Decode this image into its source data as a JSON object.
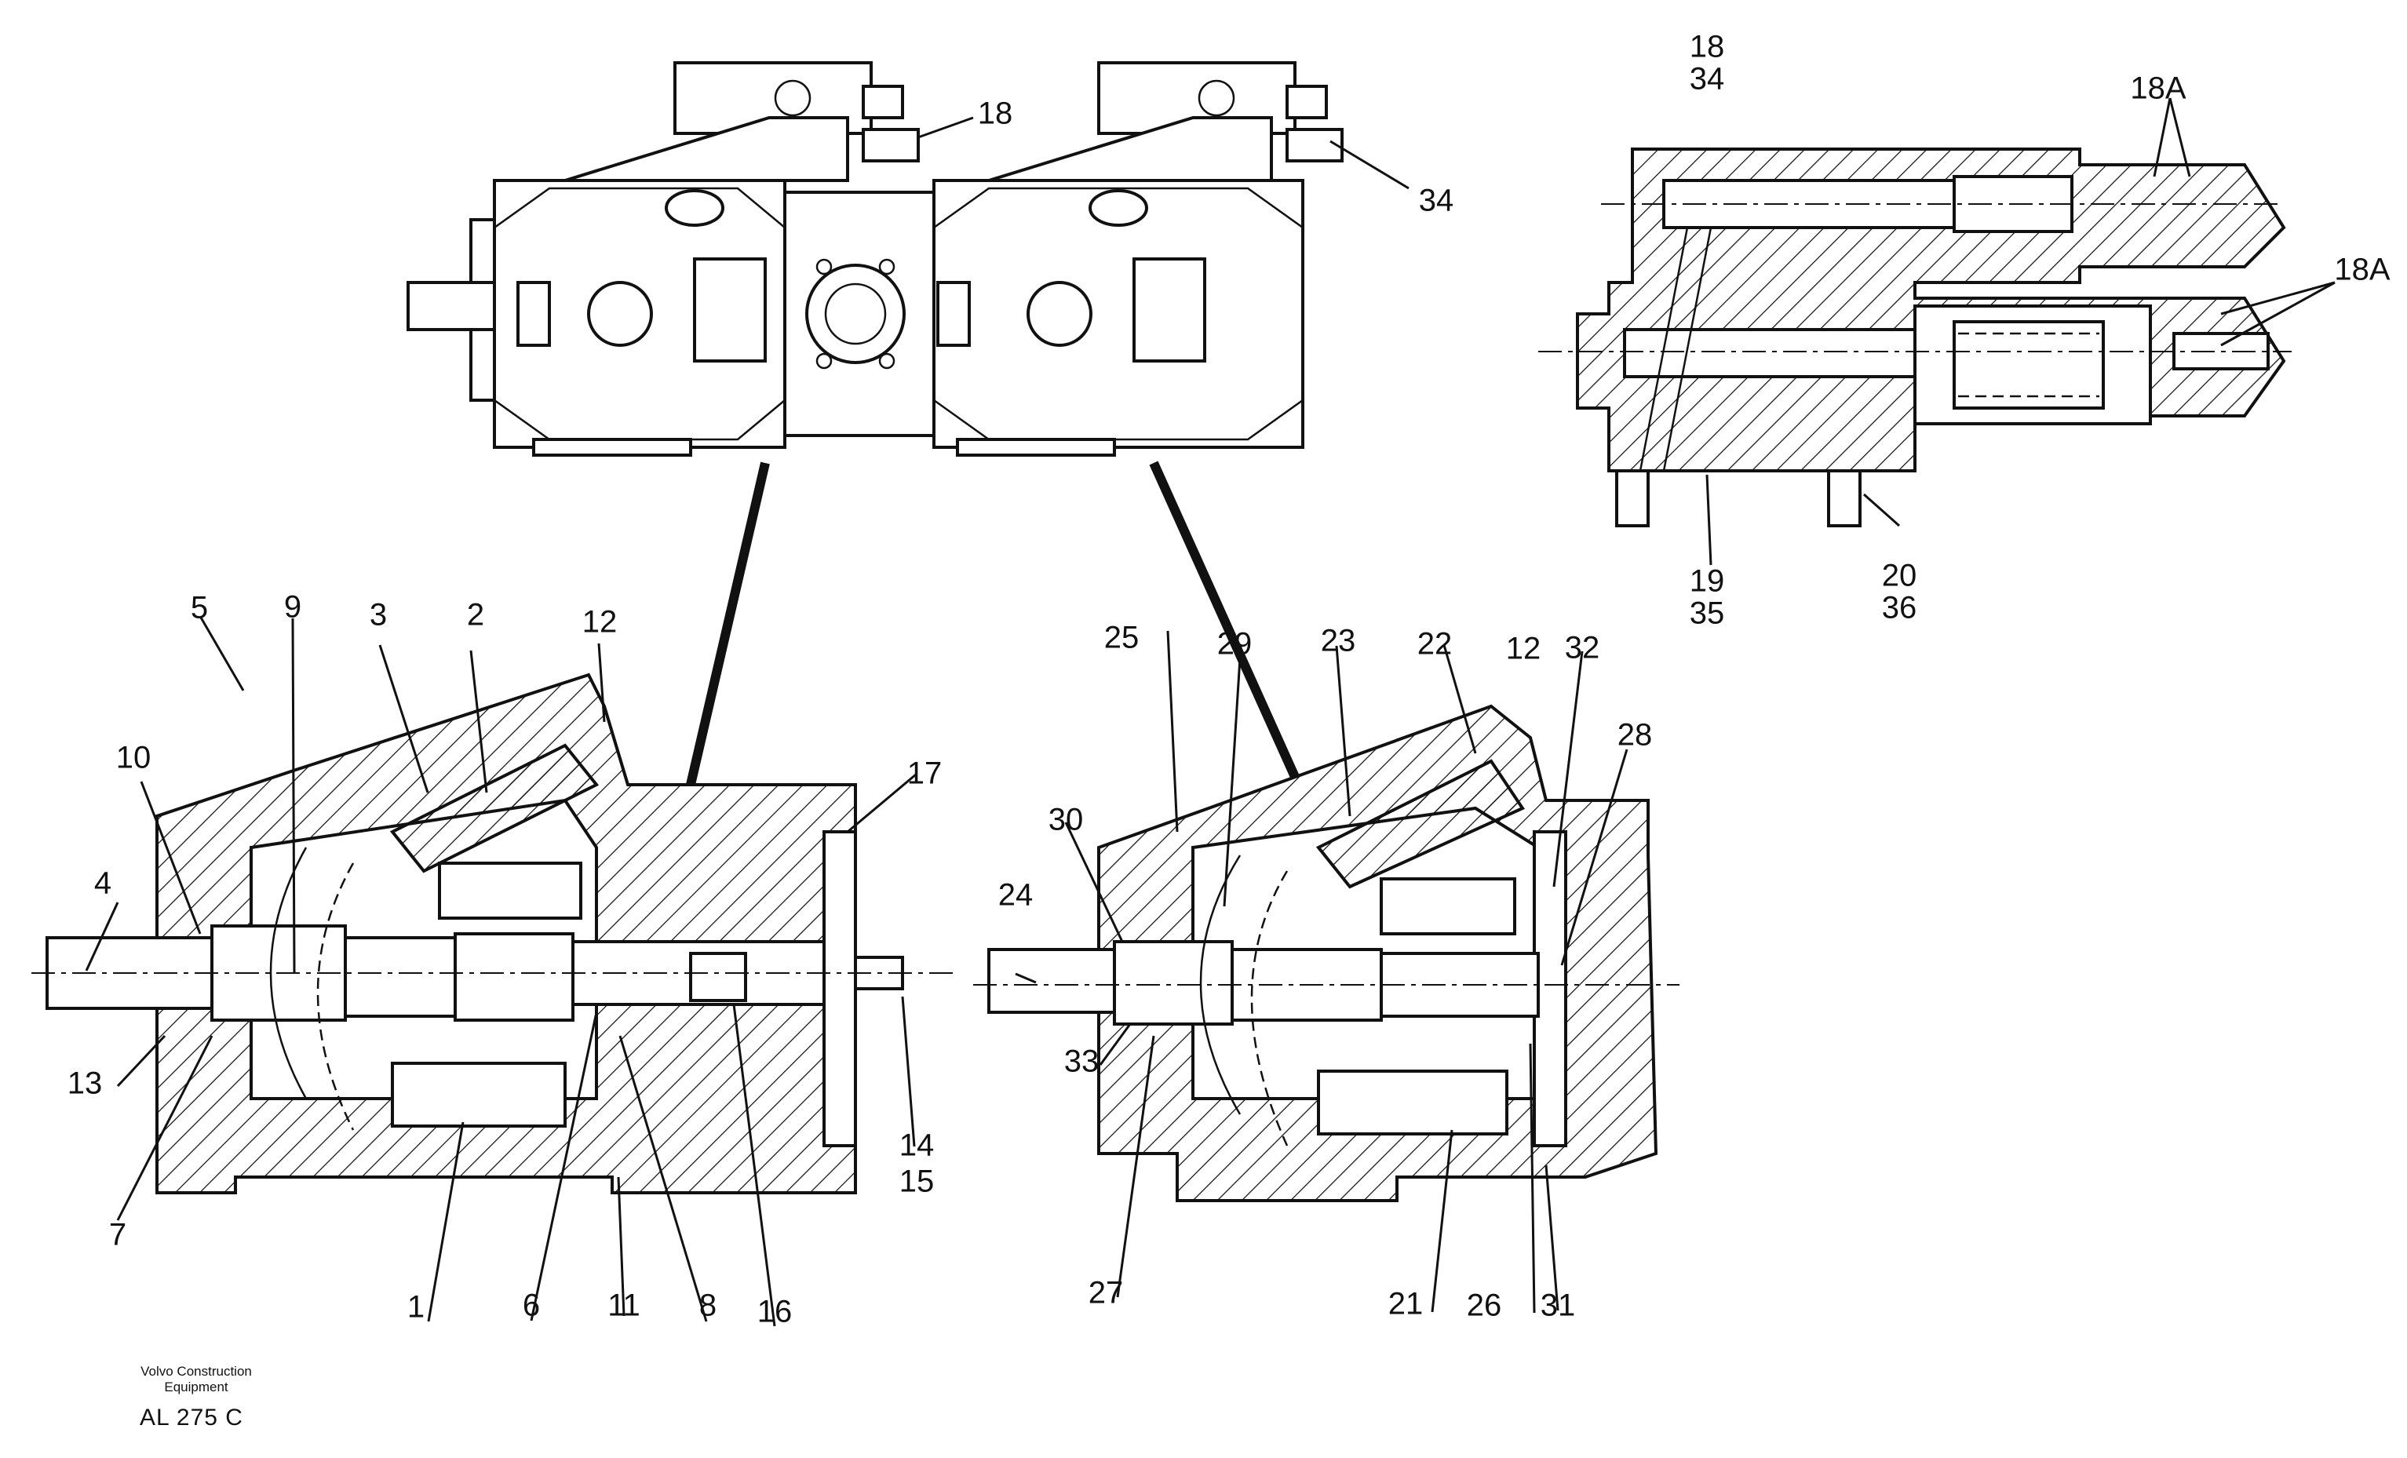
{
  "footer": {
    "company": "Volvo Construction Equipment",
    "drawing_code": "AL 275 C"
  },
  "callouts": {
    "c1": "1",
    "c2": "2",
    "c3": "3",
    "c4": "4",
    "c5": "5",
    "c6": "6",
    "c7": "7",
    "c8": "8",
    "c9": "9",
    "c10": "10",
    "c11": "11",
    "c12a": "12",
    "c12b": "12",
    "c13": "13",
    "c14": "14",
    "c15": "15",
    "c16": "16",
    "c17": "17",
    "c18a": "18",
    "c18b": "18",
    "c18A_a": "18A",
    "c18A_b": "18A",
    "c19": "19",
    "c20": "20",
    "c21": "21",
    "c22": "22",
    "c23": "23",
    "c24": "24",
    "c25": "25",
    "c26": "26",
    "c27": "27",
    "c28": "28",
    "c29": "29",
    "c30": "30",
    "c31": "31",
    "c32": "32",
    "c33": "33",
    "c34a": "34",
    "c34b": "34",
    "c35": "35",
    "c36": "36"
  }
}
